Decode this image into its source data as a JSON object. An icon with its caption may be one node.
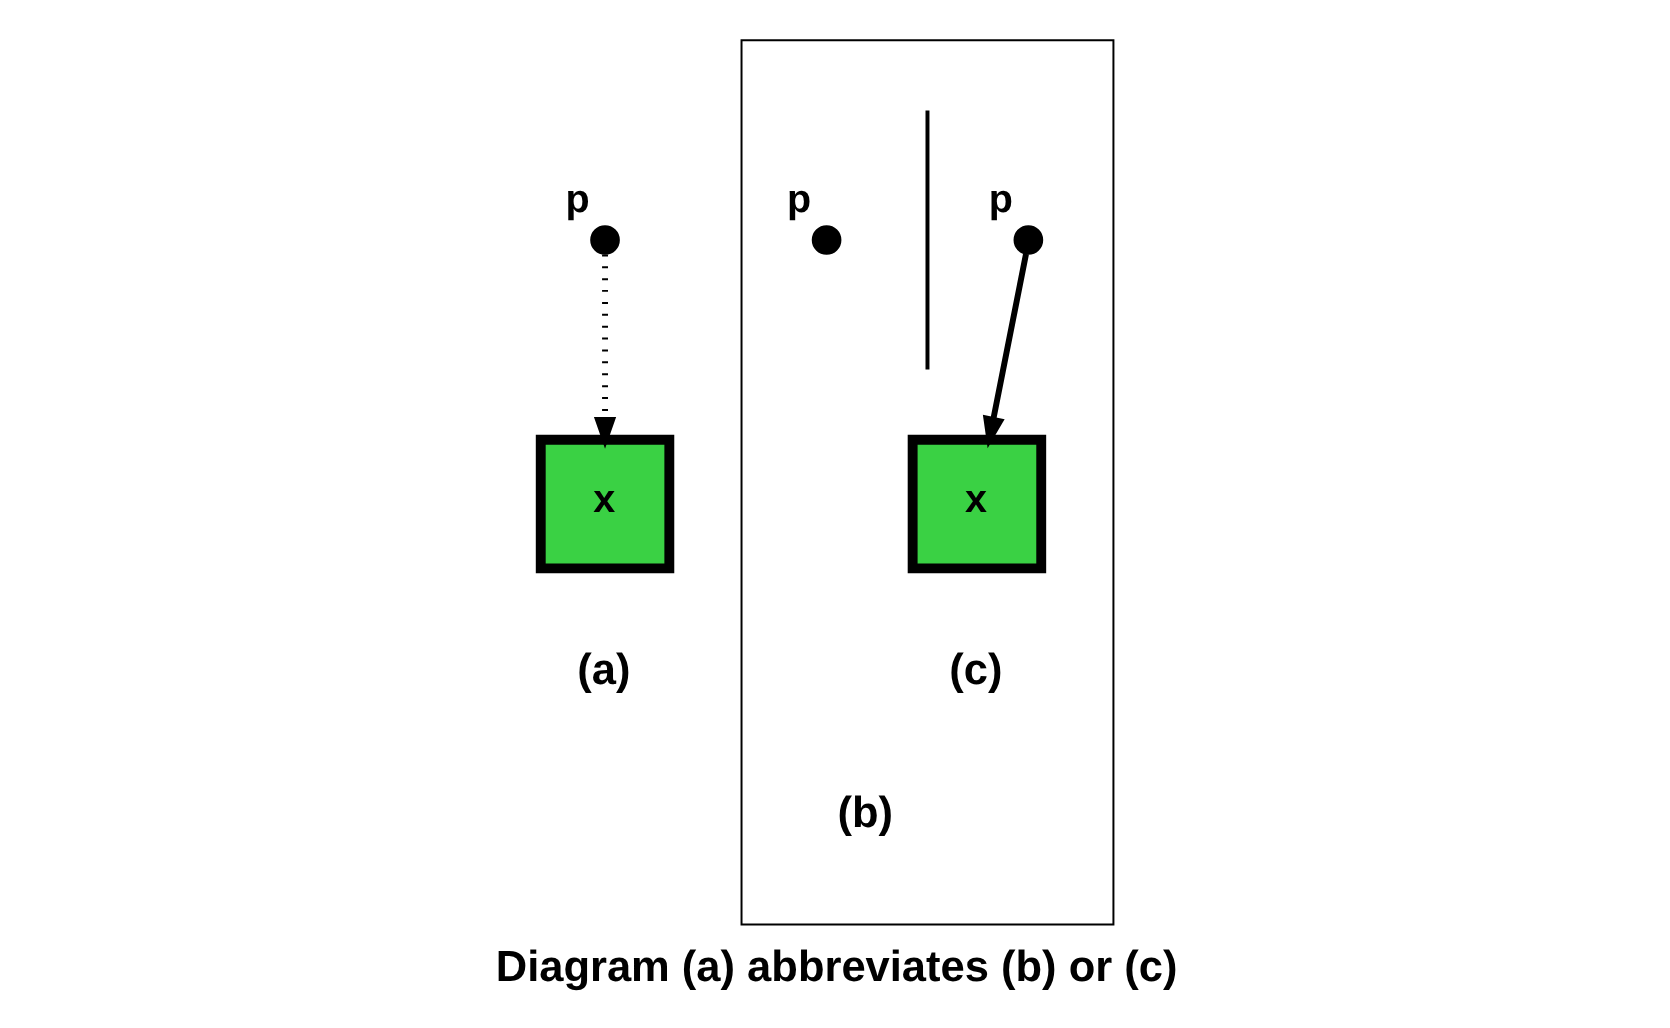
{
  "diagram": {
    "caption": "Diagram (a) abbreviates (b) or (c)",
    "nodes": [
      {
        "text": [],
        "shape": "circle",
        "beside": [
          "p"
        ]
      },
      {
        "text": [
          "x"
        ]
      },
      {
        "text": [],
        "shape": "box"
      },
      {
        "text": [],
        "shape": "circle",
        "beside": [
          "p"
        ],
        "in": 2
      },
      {
        "text": [],
        "shape": "circle",
        "beside": [
          "p"
        ],
        "in": 2
      },
      {
        "text": [
          "x"
        ],
        "in": 2
      }
    ],
    "edges": [
      {
        "from": 0,
        "to": 1,
        "arrow": "to",
        "style": "dashed"
      },
      {
        "from": 4,
        "to": 5,
        "arrow": "to"
      }
    ],
    "labels": [
      "(a)",
      "(b)",
      "(c)"
    ]
  }
}
